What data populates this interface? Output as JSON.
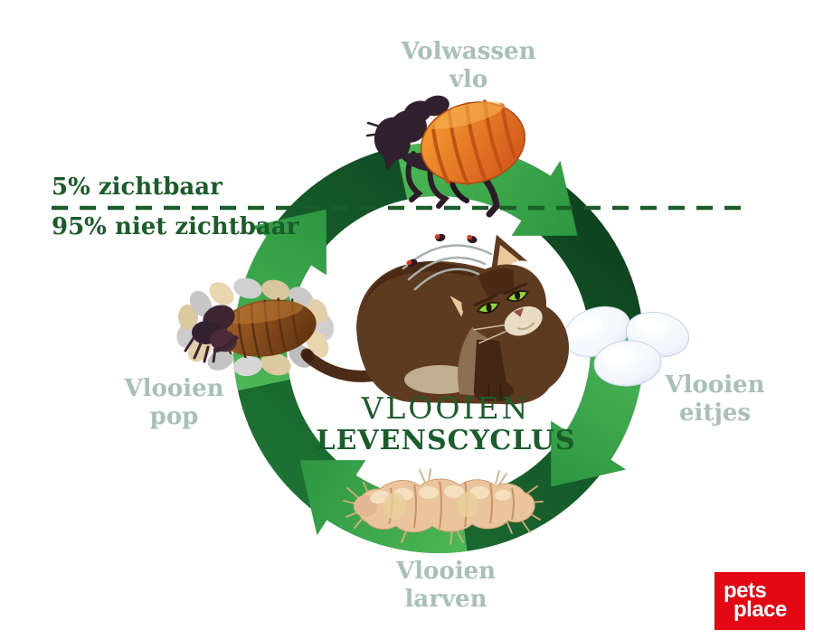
{
  "page": {
    "background_color": "#ffffff",
    "description": "Flea life cycle infographic (Dutch)"
  },
  "title": {
    "line1": "VLOOIEN",
    "line2": "LEVENSCYCLUS",
    "color": "#1b5c2b"
  },
  "visibility_divider": {
    "above_label": "5% zichtbaar",
    "below_label": "95% niet zichtbaar",
    "line_color": "#1b5c2b",
    "line_style": "dashed"
  },
  "cycle": {
    "direction": "clockwise",
    "arrow_color": "#3aa84b",
    "arc_color": "#14532a"
  },
  "stages": [
    {
      "id": "adult-flea",
      "position": "top",
      "label_line1": "Volwassen",
      "label_line2": "vlo",
      "illustration": "adult flea, dark brown head and legs with orange striped abdomen"
    },
    {
      "id": "eggs",
      "position": "right",
      "label_line1": "Vlooien",
      "label_line2": "eitjes",
      "illustration": "three white oval eggs"
    },
    {
      "id": "larva",
      "position": "bottom",
      "label_line1": "Vlooien",
      "label_line2": "larven",
      "illustration": "tan segmented larva with bristles"
    },
    {
      "id": "pupa",
      "position": "left",
      "label_line1": "Vlooien",
      "label_line2": "pop",
      "illustration": "brown pupa cocoon surrounded by grey and sand pebbles"
    }
  ],
  "center_illustration": "brown cat scratching itself, green eyes, three fleas jumping above its back",
  "label_color": "#a8c0b5",
  "logo": {
    "line1": "pets",
    "line2": "place",
    "bg_color": "#e30613",
    "text_color": "#ffffff"
  }
}
